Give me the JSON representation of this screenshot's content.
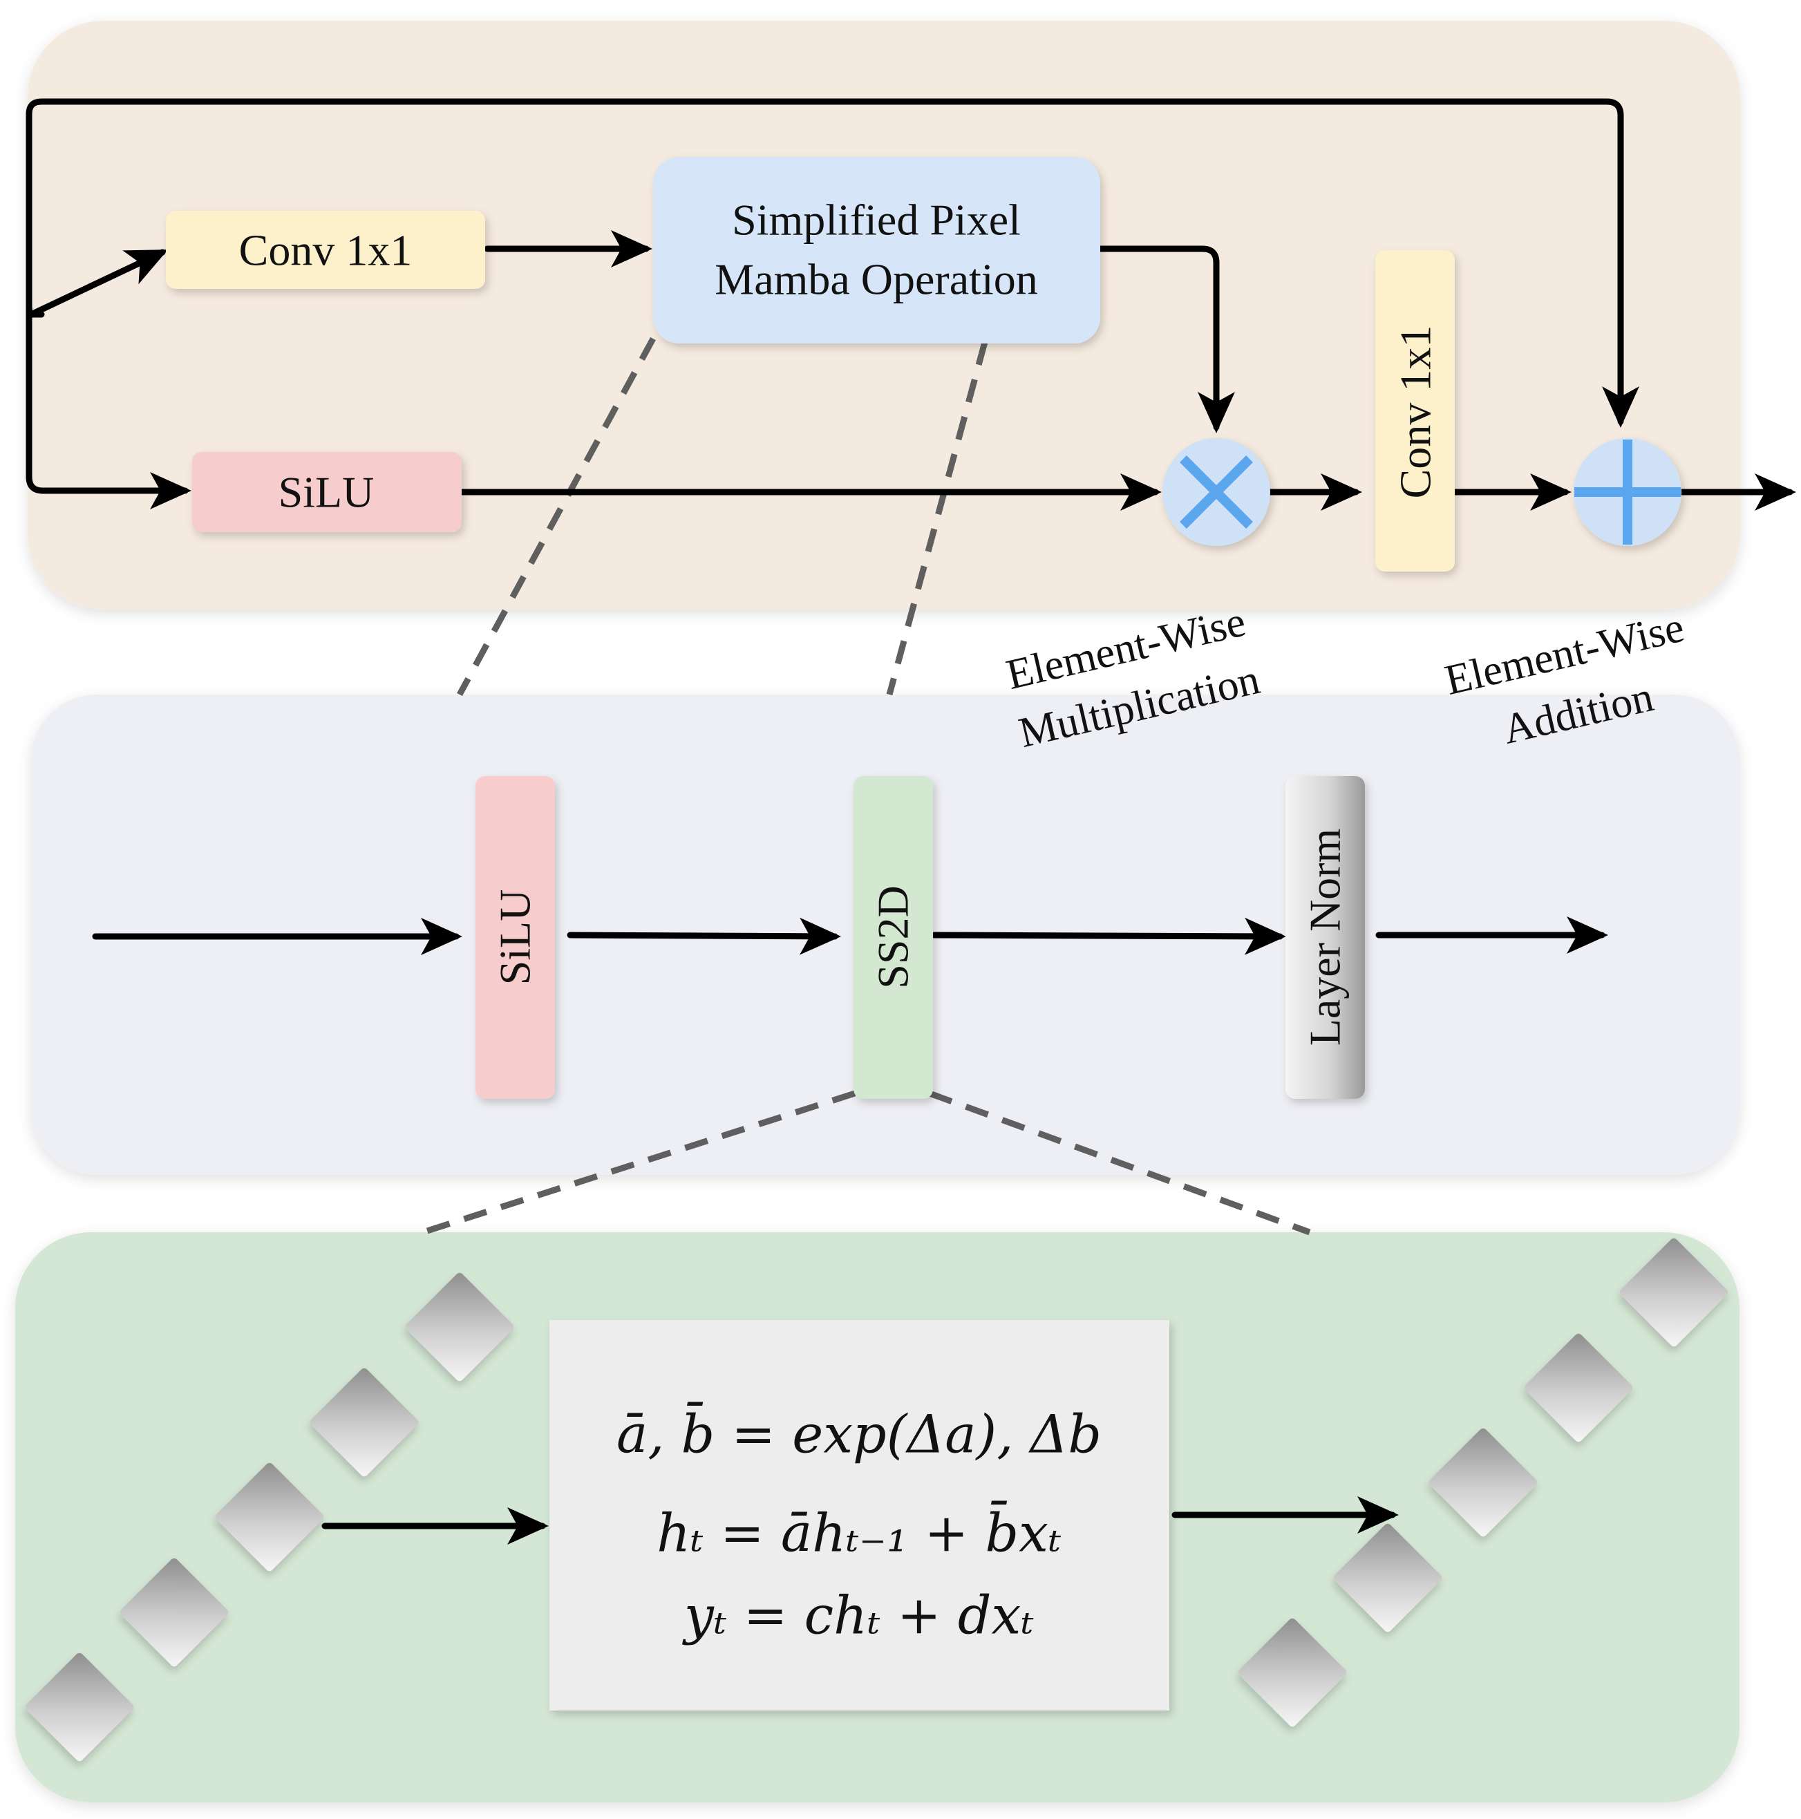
{
  "colors": {
    "top_panel": "#f5eadf",
    "mid_panel": "#eeeff4",
    "bottom_panel": "#d4e6d4",
    "conv_box": "#fdf1cb",
    "mamba_box": "#d6e6f8",
    "silu_box": "#f7cccc",
    "ss2d_box": "#d4e8d1",
    "op_circle": "#cfe1f6",
    "op_symbol": "#5aa7ef",
    "equation_box": "#ededed",
    "arrow": "#000000",
    "dashed": "#5f5f5f"
  },
  "top_block": {
    "conv_top_label": "Conv 1x1",
    "mamba_label_line1": "Simplified Pixel",
    "mamba_label_line2": "Mamba Operation",
    "silu_label": "SiLU",
    "conv_vertical_label": "Conv 1x1",
    "mult_label_line1": "Element-Wise",
    "mult_label_line2": "Multiplication",
    "add_label_line1": "Element-Wise",
    "add_label_line2": "Addition"
  },
  "middle_block": {
    "silu_label": "SiLU",
    "ss2d_label": "SS2D",
    "layernorm_label": "Layer Norm"
  },
  "bottom_block": {
    "equations": [
      "ā, b̄ = exp(Δa), Δb",
      "hₜ = āhₜ₋₁ + b̄xₜ",
      "yₜ = chₜ + dxₜ"
    ]
  }
}
